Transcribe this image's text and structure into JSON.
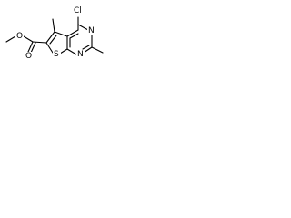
{
  "molecule": {
    "atom_labels": {
      "chlorine": "Cl",
      "ring_n_top": "N",
      "ring_n_bottom": "N",
      "thiophene_s": "S",
      "ester_o_single": "O",
      "ester_o_double": "O"
    },
    "colors": {
      "bond": "#000000",
      "text": "#000000",
      "background": "#ffffff"
    }
  }
}
